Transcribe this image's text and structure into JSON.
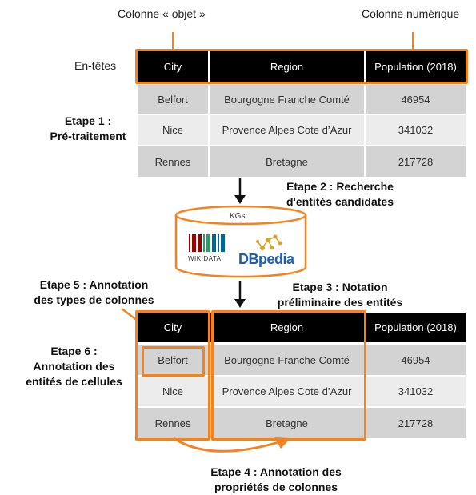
{
  "labels": {
    "object_column": "Colonne « objet »",
    "numeric_column": "Colonne numérique",
    "headers": "En-têtes"
  },
  "steps": {
    "step1": [
      "Etape 1 :",
      "Pré-traitement"
    ],
    "step2": [
      "Etape 2 : Recherche",
      "d'entités candidates"
    ],
    "step3": [
      "Etape 3 : Notation",
      "préliminaire des entités"
    ],
    "step4": [
      "Etape 4 : Annotation des",
      "propriétés de colonnes"
    ],
    "step5": [
      "Etape 5 : Annotation",
      "des types de colonnes"
    ],
    "step6": [
      "Etape 6 :",
      "Annotation des",
      "entités de cellules"
    ]
  },
  "kg": {
    "title": "KGs",
    "wikidata": "WIKIDATA",
    "dbpedia": "DBpedia"
  },
  "table": {
    "headers": [
      "City",
      "Region",
      "Population (2018)"
    ],
    "rows": [
      [
        "Belfort",
        "Bourgogne Franche Comté",
        "46954"
      ],
      [
        "Nice",
        "Provence Alpes Cote d’Azur",
        "341032"
      ],
      [
        "Rennes",
        "Bretagne",
        "217728"
      ]
    ]
  },
  "colors": {
    "accent": "#f58220",
    "header_bg": "#000000",
    "row_gray": "#d3d3d3",
    "row_light": "#ececec",
    "wikidata_red": "#990000",
    "wikidata_green": "#339966",
    "wikidata_blue": "#006699",
    "dbpedia_blue": "#1f5fa8",
    "dbpedia_gold": "#d9a520"
  }
}
